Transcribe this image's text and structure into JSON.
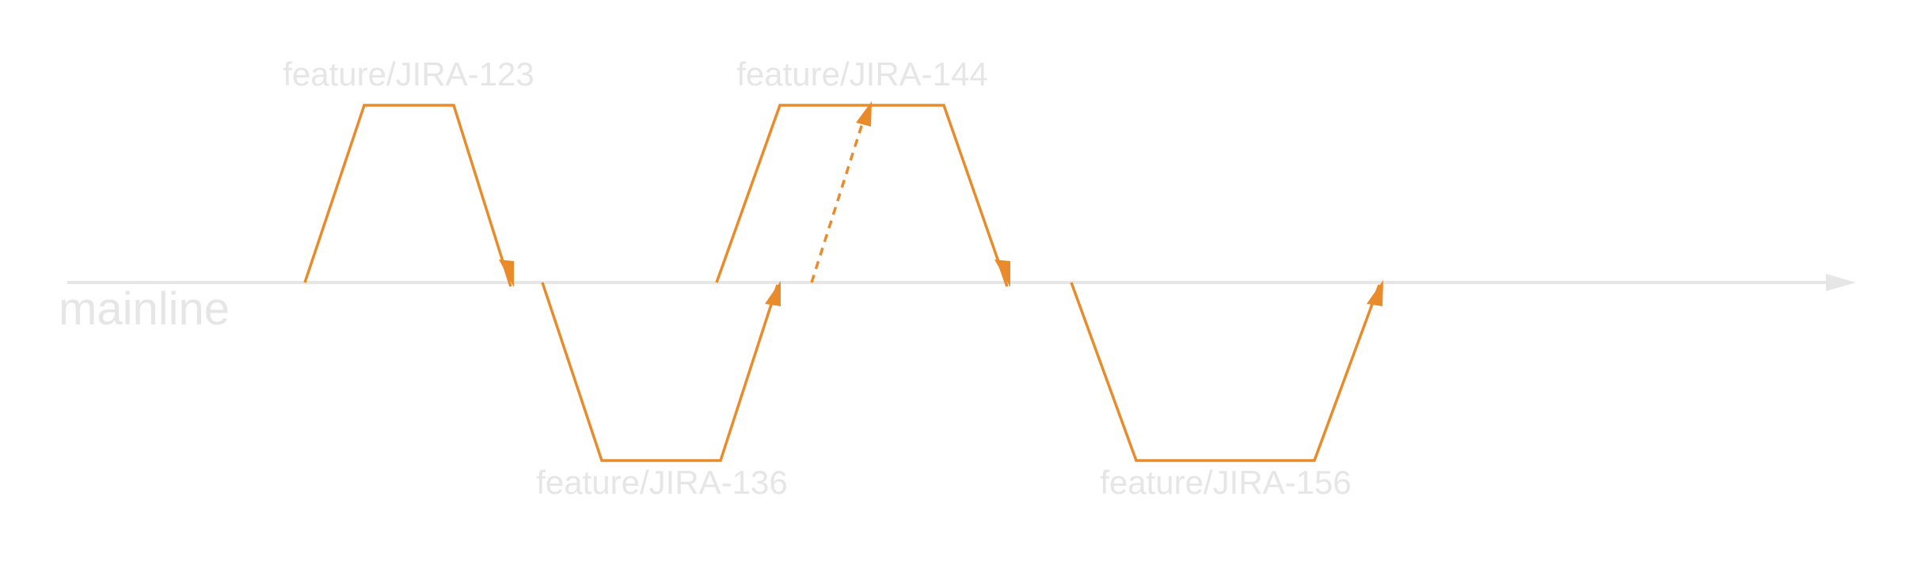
{
  "diagram": {
    "mainline": {
      "label": "mainline"
    },
    "branches": [
      {
        "label": "feature/JIRA-123"
      },
      {
        "label": "feature/JIRA-136"
      },
      {
        "label": "feature/JIRA-144"
      },
      {
        "label": "feature/JIRA-156"
      }
    ],
    "colors": {
      "branch": "#e98b2a",
      "mainline": "#e6e6e6",
      "text": "#e6e6e6",
      "background": "#ffffff"
    }
  }
}
